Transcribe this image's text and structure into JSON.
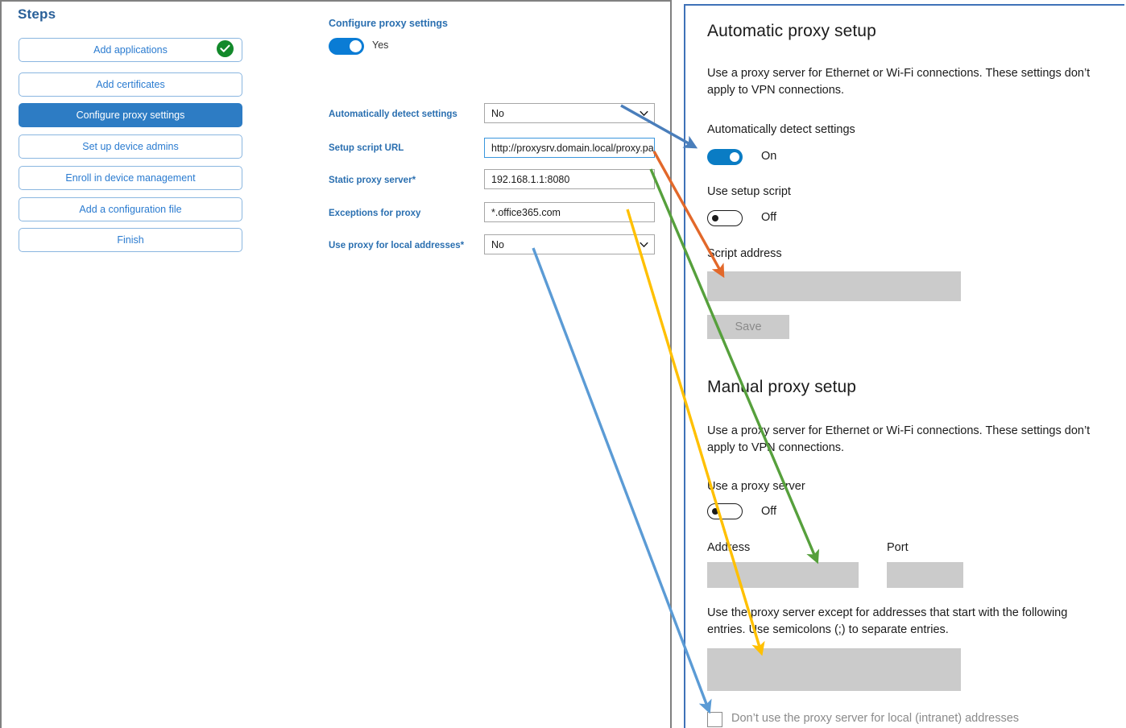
{
  "steps": {
    "title": "Steps",
    "items": [
      {
        "label": "Add applications",
        "state": "complete"
      },
      {
        "label": "Add certificates",
        "state": "normal"
      },
      {
        "label": "Configure proxy settings",
        "state": "active"
      },
      {
        "label": "Set up device admins",
        "state": "normal"
      },
      {
        "label": "Enroll in device management",
        "state": "normal"
      },
      {
        "label": "Add a configuration file",
        "state": "normal"
      },
      {
        "label": "Finish",
        "state": "normal"
      }
    ],
    "check_icon": "check-circle-icon"
  },
  "form": {
    "title": "Configure proxy settings",
    "toggle_value": "Yes",
    "toggle_state": "on",
    "fields": [
      {
        "label": "Automatically detect settings",
        "value": "No",
        "type": "select",
        "required": false,
        "focused": false
      },
      {
        "label": "Setup script URL",
        "value": "http://proxysrv.domain.local/proxy.pa",
        "type": "text",
        "required": false,
        "focused": true
      },
      {
        "label": "Static proxy server",
        "value": "192.168.1.1:8080",
        "type": "text",
        "required": true,
        "focused": false
      },
      {
        "label": "Exceptions for proxy",
        "value": "*.office365.com",
        "type": "text",
        "required": false,
        "focused": false
      },
      {
        "label": "Use proxy for local addresses",
        "value": "No",
        "type": "select",
        "required": true,
        "focused": false
      }
    ],
    "required_marker": "*"
  },
  "windows_settings": {
    "automatic": {
      "heading": "Automatic proxy setup",
      "description": "Use a proxy server for Ethernet or Wi-Fi connections. These settings don’t apply to VPN connections.",
      "detect_label": "Automatically detect settings",
      "detect_state": "On",
      "script_toggle_label": "Use setup script",
      "script_toggle_state": "Off",
      "script_address_label": "Script address",
      "script_address_value": "",
      "save_label": "Save"
    },
    "manual": {
      "heading": "Manual proxy setup",
      "description": "Use a proxy server for Ethernet or Wi-Fi connections. These settings don’t apply to VPN connections.",
      "use_proxy_label": "Use a proxy server",
      "use_proxy_state": "Off",
      "address_label": "Address",
      "address_value": "",
      "port_label": "Port",
      "port_value": "",
      "exceptions_description": "Use the proxy server except for addresses that start with the following entries. Use semicolons (;) to separate entries.",
      "exceptions_value": "",
      "bypass_label": "Don’t use the proxy server for local (intranet) addresses",
      "bypass_checked": false
    }
  },
  "annotations": {
    "arrows": [
      {
        "name": "detect-settings-mapping",
        "color": "#4a7ebb",
        "from": "Automatically detect settings dropdown",
        "to": "Automatically detect settings toggle"
      },
      {
        "name": "setup-script-url-mapping",
        "color": "#e2682a",
        "from": "Setup script URL field",
        "to": "Script address box"
      },
      {
        "name": "static-proxy-server-mapping",
        "color": "#56a03c",
        "from": "Static proxy server field",
        "to": "Address box"
      },
      {
        "name": "exceptions-mapping",
        "color": "#ffc000",
        "from": "Exceptions for proxy field",
        "to": "Exceptions box"
      },
      {
        "name": "local-addresses-mapping",
        "color": "#5b9bd5",
        "from": "Use proxy for local addresses dropdown",
        "to": "Bypass local addresses checkbox"
      }
    ]
  },
  "colors": {
    "accent_blue": "#2d7cc4",
    "label_blue": "#2a6fb0",
    "toggle_on": "#0a7cd5",
    "check_green": "#13892b",
    "panel_border": "#3f72b8",
    "box_gray": "#cbcbcb"
  }
}
